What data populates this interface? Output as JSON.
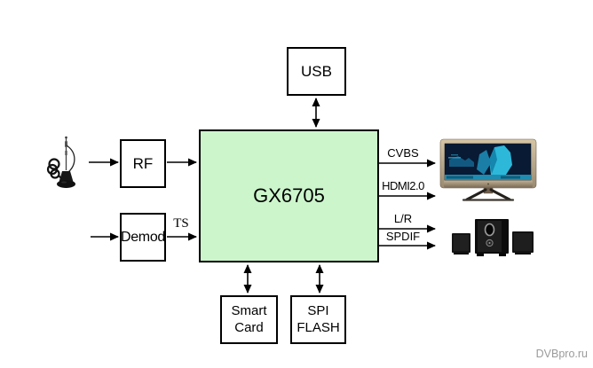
{
  "chip": {
    "label": "GX6705"
  },
  "blocks": {
    "usb": "USB",
    "rf": "RF",
    "demod": "Demod",
    "smart_card": "Smart Card",
    "spi_flash": "SPI FLASH"
  },
  "signals": {
    "ts": "TS",
    "cvbs": "CVBS",
    "hdmi": "HDMI2.0",
    "lr": "L/R",
    "spdif": "SPDIF"
  },
  "icons": {
    "antenna": "antenna-icon",
    "tv": "tv-icon",
    "speakers": "speakers-icon"
  },
  "colors": {
    "chip_fill": "#ccf5cc",
    "line": "#000000",
    "watermark_text": "#9b9b9b"
  },
  "watermark": "DVBpro.ru"
}
